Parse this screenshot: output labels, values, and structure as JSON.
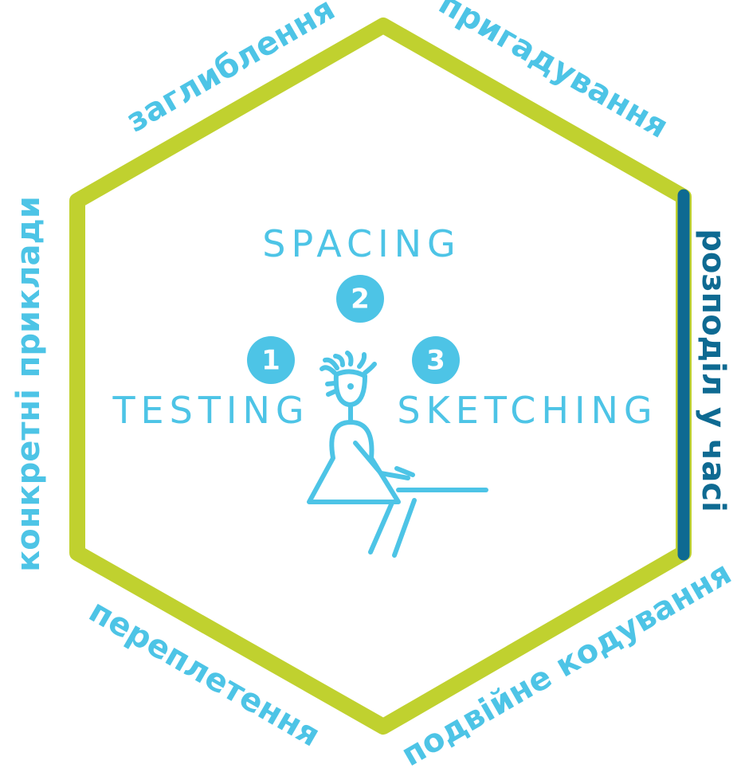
{
  "colors": {
    "hexagon": "#c0d12f",
    "highlight_edge": "#0e6a92",
    "accent": "#4dc4e6",
    "background": "#ffffff"
  },
  "edges": {
    "top_left": "заглиблення",
    "top_right": "пригадування",
    "right": "розподіл у часі",
    "bottom_right": "подвійне кодування",
    "bottom_left": "переплетення",
    "left": "конкретні приклади"
  },
  "center": {
    "spacing": "SPACING",
    "testing": "TESTING",
    "sketching": "SKETCHING"
  },
  "steps": {
    "testing_num": "1",
    "spacing_num": "2",
    "sketching_num": "3"
  },
  "icons": {
    "figure": "person-writing-at-desk-icon"
  }
}
